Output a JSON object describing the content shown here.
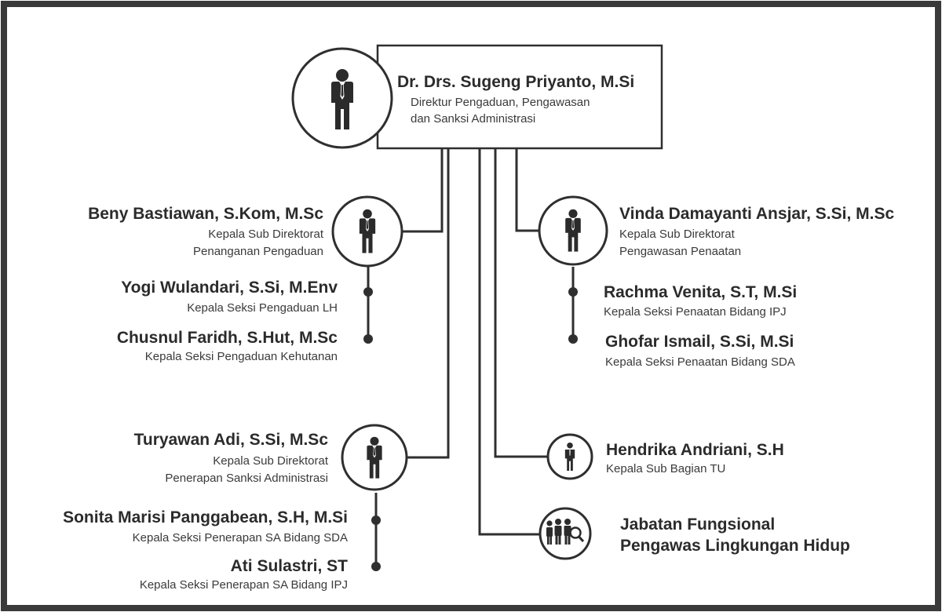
{
  "colors": {
    "frame": "#3a3a3a",
    "line": "#2f2f2f",
    "text": "#2b2b2b"
  },
  "director": {
    "name": "Dr. Drs. Sugeng Priyanto, M.Si",
    "title_lines": [
      "Direktur Pengaduan, Pengawasan",
      "dan Sanksi Administrasi"
    ],
    "icon": "person-icon"
  },
  "left_units": [
    {
      "name": "Beny Bastiawan, S.Kom, M.Sc",
      "title_lines": [
        "Kepala Sub Direktorat",
        "Penanganan Pengaduan"
      ],
      "icon": "person-icon",
      "sections": [
        {
          "name": "Yogi Wulandari, S.Si, M.Env",
          "title": "Kepala Seksi Pengaduan LH"
        },
        {
          "name": "Chusnul Faridh, S.Hut, M.Sc",
          "title": "Kepala Seksi Pengaduan Kehutanan"
        }
      ]
    },
    {
      "name": "Turyawan Adi, S.Si, M.Sc",
      "title_lines": [
        "Kepala Sub Direktorat",
        "Penerapan Sanksi Administrasi"
      ],
      "icon": "person-icon",
      "sections": [
        {
          "name": "Sonita Marisi Panggabean, S.H, M.Si",
          "title": "Kepala Seksi Penerapan SA Bidang SDA"
        },
        {
          "name": "Ati Sulastri, ST",
          "title": "Kepala Seksi Penerapan SA Bidang IPJ"
        }
      ]
    }
  ],
  "right_units": [
    {
      "name": "Vinda Damayanti Ansjar, S.Si, M.Sc",
      "title_lines": [
        "Kepala Sub Direktorat",
        "Pengawasan Penaatan"
      ],
      "icon": "person-icon",
      "sections": [
        {
          "name": "Rachma Venita, S.T, M.Si",
          "title": "Kepala Seksi Penaatan Bidang IPJ"
        },
        {
          "name": "Ghofar Ismail, S.Si, M.Si",
          "title": "Kepala Seksi Penaatan Bidang SDA"
        }
      ]
    },
    {
      "name": "Hendrika Andriani, S.H",
      "title_lines": [
        "Kepala Sub Bagian TU"
      ],
      "icon": "person-icon",
      "sections": []
    },
    {
      "name_lines": [
        "Jabatan Fungsional",
        "Pengawas Lingkungan Hidup"
      ],
      "icon": "group-search-icon",
      "sections": []
    }
  ]
}
